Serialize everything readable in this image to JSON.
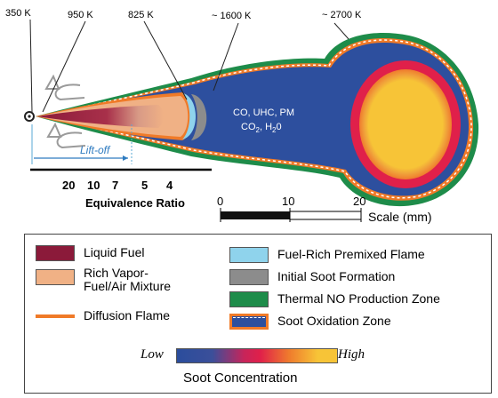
{
  "temperatures": [
    "350 K",
    "950 K",
    "825 K",
    "~ 1600 K",
    "~ 2700 K"
  ],
  "flame_text": {
    "line1": "CO, UHC, PM",
    "line2_pre": "CO",
    "line2_sub1": "2",
    "line2_mid": ", H",
    "line2_sub2": "2",
    "line2_post": "0"
  },
  "liftoff_label": "Lift-off",
  "equivalence_ratio": {
    "ticks": [
      "20",
      "10",
      "7",
      "5",
      "4"
    ],
    "title": "Equivalence Ratio"
  },
  "scale": {
    "ticks": [
      "0",
      "10",
      "20"
    ],
    "title": "Scale (mm)"
  },
  "legend": {
    "items": [
      {
        "label": "Liquid Fuel",
        "color": "#8b1a3a"
      },
      {
        "label": "Rich Vapor-\nFuel/Air Mixture",
        "color": "#f0b185"
      },
      {
        "label": "Diffusion Flame",
        "color": "#f07a28"
      },
      {
        "label": "Fuel-Rich Premixed Flame",
        "color": "#8fd3ec"
      },
      {
        "label": "Initial Soot Formation",
        "color": "#8c8c8c"
      },
      {
        "label": "Thermal NO Production Zone",
        "color": "#1e8c4a"
      },
      {
        "label": "Soot Oxidation Zone",
        "color": "#2d4f9e"
      }
    ],
    "gradient_low": "Low",
    "gradient_high": "High",
    "gradient_title": "Soot Concentration",
    "gradient_colors": [
      "#2b4d9c",
      "#e0204a",
      "#f7c437"
    ]
  }
}
